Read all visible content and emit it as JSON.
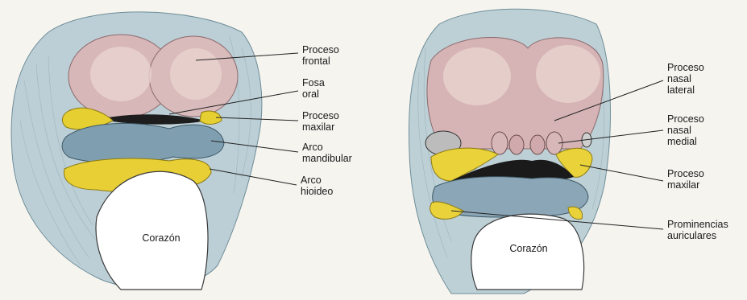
{
  "left_figure": {
    "heart_label": "Corazón",
    "labels": [
      [
        "Proceso",
        "frontal"
      ],
      [
        "Fosa",
        "oral"
      ],
      [
        "Proceso",
        "maxilar"
      ],
      [
        "Arco",
        "mandibular"
      ],
      [
        "Arco",
        "hioideo"
      ]
    ]
  },
  "right_figure": {
    "heart_label": "Corazón",
    "labels": [
      [
        "Proceso",
        "nasal",
        "lateral"
      ],
      [
        "Proceso",
        "nasal",
        "medial"
      ],
      [
        "Proceso",
        "maxilar"
      ],
      [
        "Prominencias",
        "auriculares"
      ]
    ]
  },
  "colors": {
    "background": "#f6f4ef",
    "head_tissue": "#b9cdd4",
    "frontal_pink": "#d9b8b8",
    "maxillary_yellow": "#e9d23a",
    "mandibular_blue": "#7f9fb0",
    "heart_white": "#ffffff"
  }
}
